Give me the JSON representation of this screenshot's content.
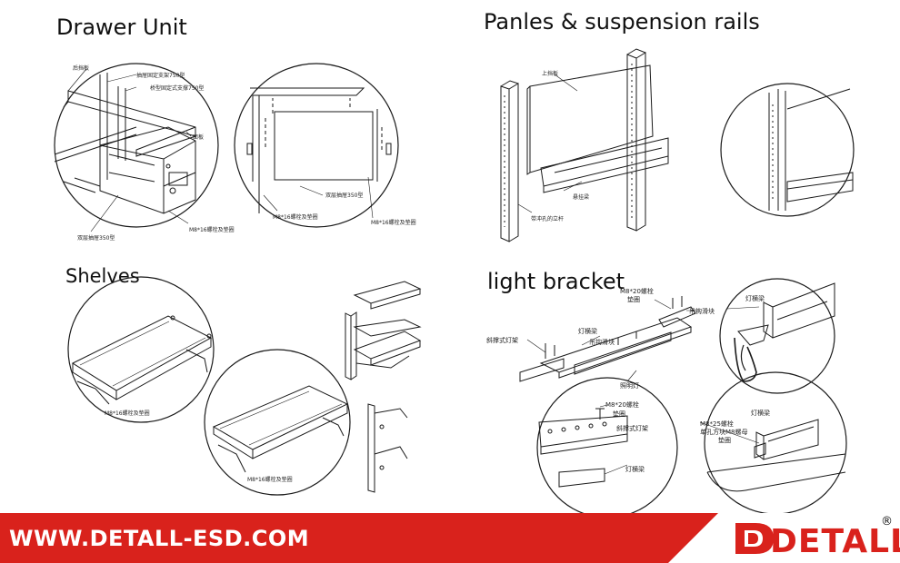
{
  "sections": {
    "drawer": {
      "title": "Drawer Unit",
      "labels": [
        "后挡板",
        "抽屉固定支架750型",
        "桥型固定式支撑750型",
        "面板",
        "M8*16螺栓及垫圈",
        "双层抽屉350型",
        "M8*16螺栓及垫圈",
        "双层抽屉350型",
        "M8*16螺栓及垫圈"
      ]
    },
    "panels": {
      "title": "Panles & suspension rails",
      "labels": [
        "上挡板",
        "悬挂梁",
        "带冲孔的立杆"
      ]
    },
    "shelves": {
      "title": "Shelves",
      "labels": [
        "M8*16螺栓及垫圈",
        "M8*16螺栓及垫圈"
      ]
    },
    "light": {
      "title": "light bracket",
      "labels": [
        "M8*20螺栓",
        "垫圈",
        "吊钩滑块",
        "灯横梁",
        "斜撑式灯架",
        "吊钩滑块",
        "照明灯",
        "灯横梁",
        "M8*20螺栓",
        "垫圈",
        "斜撑式灯架",
        "灯横梁",
        "灯横梁",
        "M8*25螺栓",
        "单孔方块M8螺母",
        "垫圈"
      ]
    }
  },
  "footer": {
    "url": "WWW.DETALL-ESD.COM",
    "brand": "DETALL",
    "reg_mark": "®",
    "colors": {
      "band": "#d9221c",
      "logo_text": "#d9221c"
    }
  }
}
